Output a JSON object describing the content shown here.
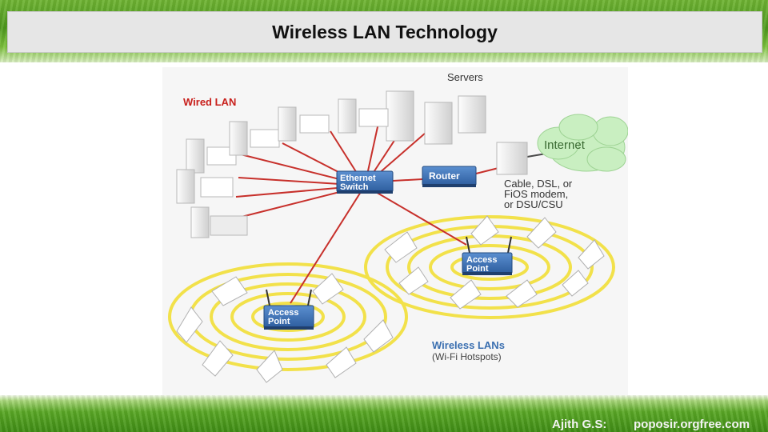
{
  "slide": {
    "title": "Wireless LAN Technology",
    "footer_author": "Ajith G.S:",
    "footer_site": "poposir.orgfree.com"
  },
  "diagram": {
    "servers_label": "Servers",
    "wired_lan_label": "Wired LAN",
    "switch_label_line1": "Ethernet",
    "switch_label_line2": "Switch",
    "router_label": "Router",
    "internet_label": "Internet",
    "modem_line1": "Cable, DSL, or",
    "modem_line2": "FiOS modem,",
    "modem_line3": "or DSU/CSU",
    "ap1_line1": "Access",
    "ap1_line2": "Point",
    "ap2_line1": "Access",
    "ap2_line2": "Point",
    "wireless_line1": "Wireless LANs",
    "wireless_line2": "(Wi-Fi Hotspots)"
  },
  "colors": {
    "wired_label": "#c8201c",
    "link_line": "#c7302b",
    "device_blue": "#3a6fb0",
    "ring_yellow": "#f2e14a",
    "internet_cloud": "#c9efc1"
  }
}
